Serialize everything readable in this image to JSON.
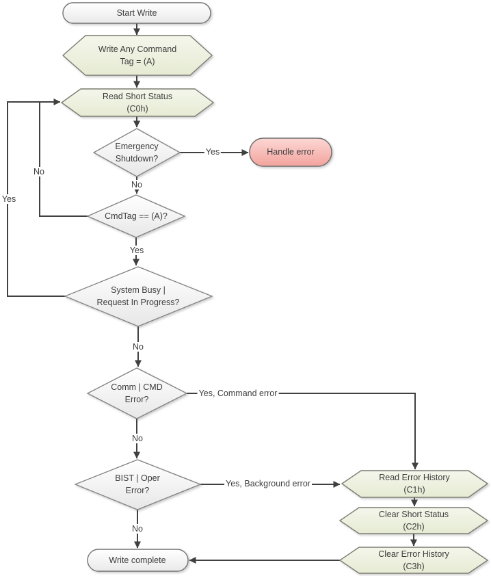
{
  "diagram": {
    "type": "flowchart",
    "nodes": {
      "start": {
        "label": "Start Write"
      },
      "write_any_command": {
        "line1": "Write Any Command",
        "line2": "Tag = (A)"
      },
      "read_short_status": {
        "line1": "Read Short Status",
        "line2": "(C0h)"
      },
      "emergency_shutdown": {
        "line1": "Emergency",
        "line2": "Shutdown?"
      },
      "handle_error": {
        "label": "Handle error"
      },
      "cmd_tag": {
        "label": "CmdTag == (A)?"
      },
      "system_busy": {
        "line1": "System Busy |",
        "line2": "Request In Progress?"
      },
      "comm_cmd_error": {
        "line1": "Comm | CMD",
        "line2": "Error?"
      },
      "bist_oper_error": {
        "line1": "BIST | Oper",
        "line2": "Error?"
      },
      "read_error_history": {
        "line1": "Read Error History",
        "line2": "(C1h)"
      },
      "clear_short_status": {
        "line1": "Clear Short Status",
        "line2": "(C2h)"
      },
      "clear_error_history": {
        "line1": "Clear Error History",
        "line2": "(C3h)"
      },
      "write_complete": {
        "label": "Write complete"
      }
    },
    "edge_labels": {
      "emergency_yes": "Yes",
      "emergency_no": "No",
      "cmdtag_no_loop": "No",
      "cmdtag_yes": "Yes",
      "systembusy_yes_loop": "Yes",
      "systembusy_no": "No",
      "comm_yes": "Yes, Command error",
      "comm_no": "No",
      "bist_yes": "Yes, Background error",
      "bist_no": "No"
    },
    "colors": {
      "process_fill": "#edf1e0",
      "decision_fill": "#f3f3f3",
      "terminator_fill": "#ffffff",
      "error_fill": "#f6aca6",
      "shape_stroke": "#7c7c78",
      "connector": "#404040",
      "text": "#3d3d3d"
    }
  }
}
